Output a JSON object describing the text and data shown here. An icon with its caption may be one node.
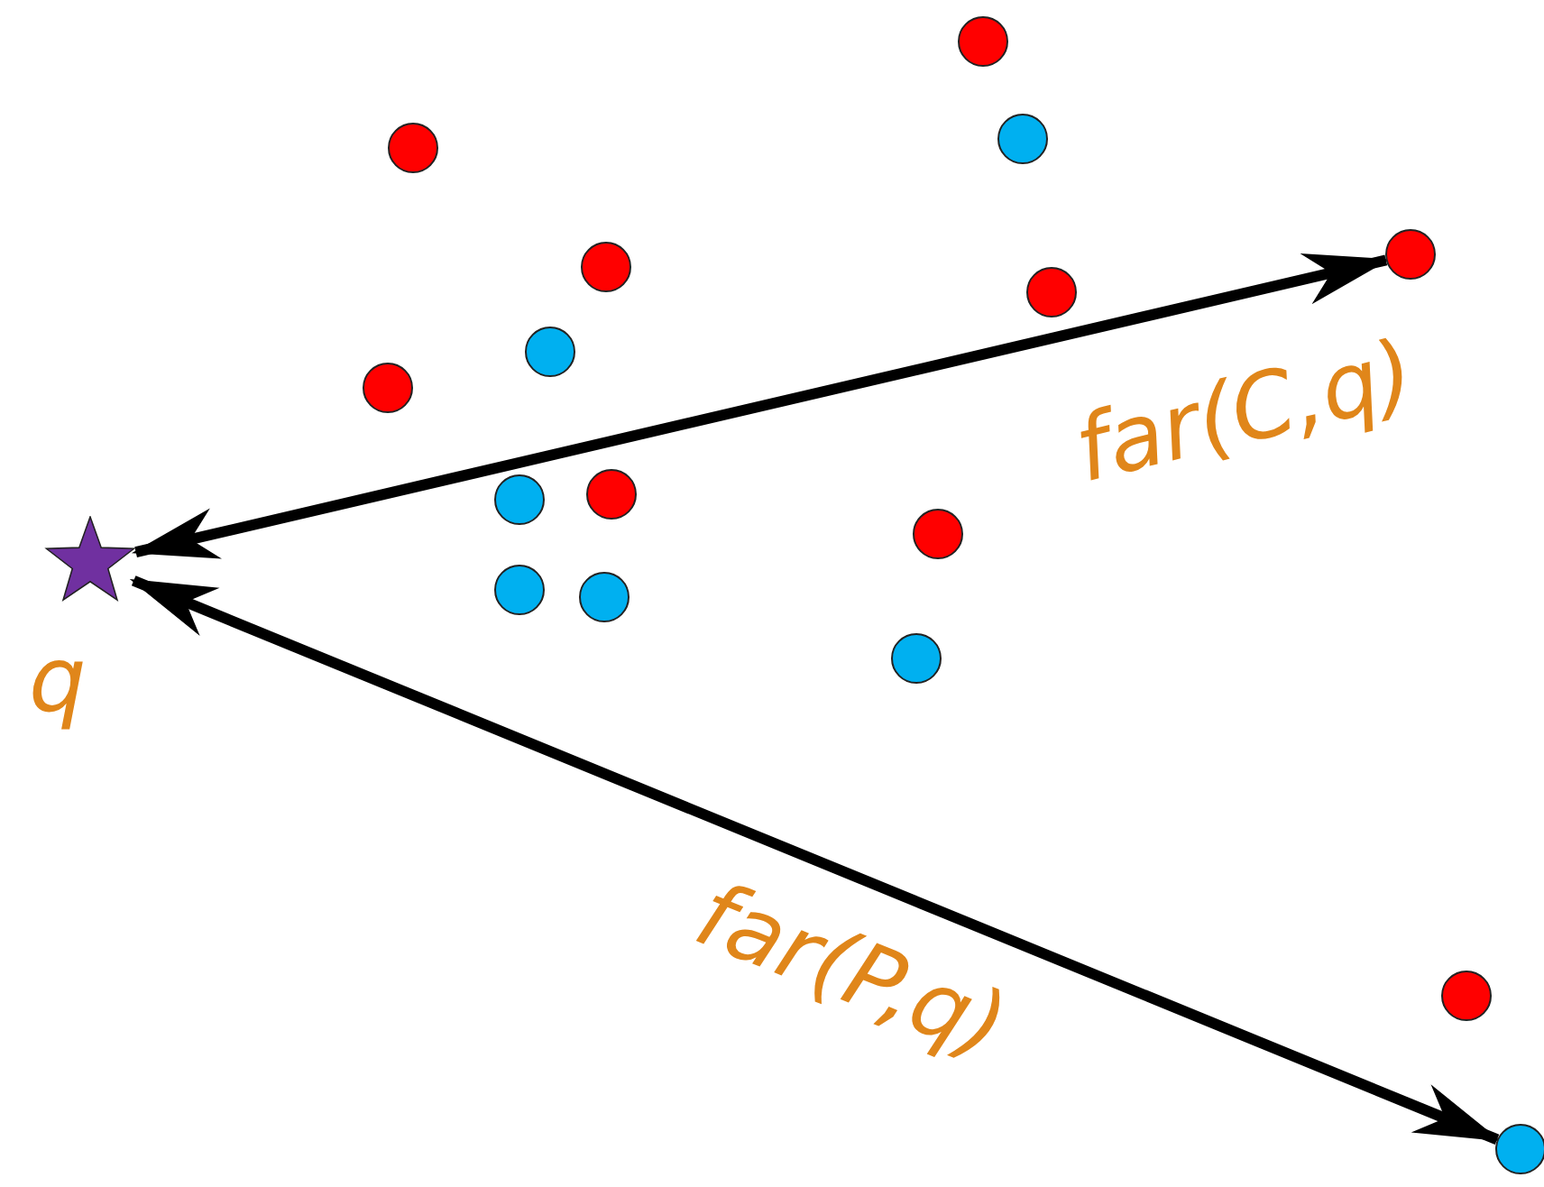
{
  "diagram": {
    "nodes": [
      {
        "text": [],
        "shape": "circle"
      },
      {
        "text": [],
        "shape": "circle"
      },
      {
        "text": [],
        "shape": "circle"
      },
      {
        "text": [],
        "shape": "circle"
      },
      {
        "text": [],
        "shape": "circle"
      },
      {
        "text": [],
        "shape": "circle"
      },
      {
        "text": [],
        "shape": "circle"
      },
      {
        "text": [],
        "shape": "circle"
      },
      {
        "text": [],
        "shape": "circle"
      },
      {
        "text": [],
        "shape": "circle"
      },
      {
        "text": [],
        "shape": "circle"
      },
      {
        "text": [],
        "shape": "star",
        "beside": [
          "q"
        ]
      },
      {
        "text": [],
        "shape": "circle"
      },
      {
        "text": [],
        "shape": "circle"
      },
      {
        "text": [],
        "shape": "circle"
      },
      {
        "text": [],
        "shape": "circle"
      },
      {
        "text": [],
        "shape": "circle"
      }
    ],
    "edges": [
      {
        "from": 11,
        "to": 3,
        "arrow": "both",
        "label": "far(C,q)"
      },
      {
        "from": 11,
        "to": 16,
        "arrow": "both",
        "label": "far(P,q)"
      }
    ]
  }
}
